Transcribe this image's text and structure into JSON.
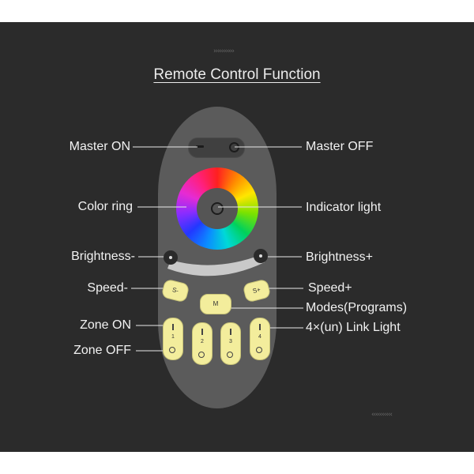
{
  "title": "Remote Control Function",
  "decor": {
    "top_chevrons": "››››››››››",
    "bottom_chevrons": "‹‹‹‹‹‹‹‹‹‹"
  },
  "labels": {
    "master_on": "Master ON",
    "master_off": "Master OFF",
    "color_ring": "Color ring",
    "indicator_light": "Indicator light",
    "brightness_minus": "Brightness-",
    "brightness_plus": "Brightness+",
    "speed_minus": "Speed-",
    "speed_plus": "Speed+",
    "modes": "Modes(Programs)",
    "zone_on": "Zone ON",
    "zone_off": "Zone OFF",
    "link_light": "4×(un) Link Light"
  },
  "buttons": {
    "speed_minus": "S-",
    "speed_plus": "S+",
    "mode": "M",
    "zones": [
      "1",
      "2",
      "3",
      "4"
    ]
  },
  "colors": {
    "background": "#2b2b2b",
    "remote_body": "#5b5b5b",
    "button_yellow": "#f3ed9c",
    "text": "#f2f2f2"
  },
  "icons": [
    "minus-icon",
    "power-circle-icon",
    "color-wheel-icon",
    "moon-icon",
    "sun-icon"
  ]
}
